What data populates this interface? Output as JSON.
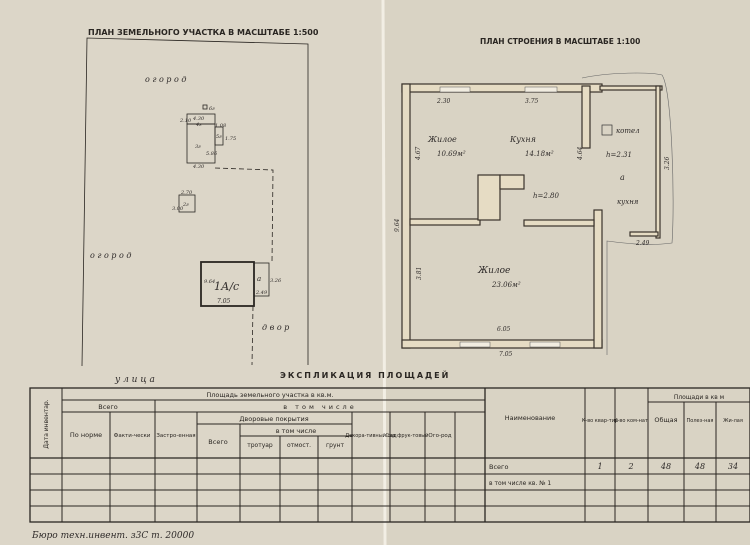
{
  "land_plan": {
    "title": "ПЛАН ЗЕМЕЛЬНОГО УЧАСТКА В МАСШТАБЕ 1:500",
    "garden_top": "о г о р о д",
    "garden_bottom": "о г о р о д",
    "yard": "д в о р",
    "street": "у л и ц а",
    "buildings": {
      "b6": "6г",
      "b4": "4г",
      "b5": "5г",
      "b3": "3г",
      "b2": "2г",
      "house": "1А/с",
      "annex": "а"
    },
    "dims": {
      "d430a": "4.30",
      "d210": "2.10",
      "d108": "1.08",
      "d175": "1.75",
      "d586": "5.86",
      "d430b": "4.30",
      "d270": "2.70",
      "d300": "3.00",
      "d964": "9.64",
      "d705": "7.05",
      "d326": "3.26",
      "d249": "2.49"
    }
  },
  "building_plan": {
    "title": "ПЛАН СТРОЕНИЯ В МАСШТАБЕ 1:100",
    "rooms": [
      {
        "name": "Жилое",
        "area": "10.69м²"
      },
      {
        "name": "Кухня",
        "area": "14.18м²"
      },
      {
        "name": "Жилое",
        "area": "23.06м²"
      },
      {
        "name": "котел"
      },
      {
        "name": "кухня"
      },
      {
        "name": "а"
      }
    ],
    "heights": {
      "main": "h=2.80",
      "annex": "h=2.31"
    },
    "dims": {
      "top_left": "2.30",
      "top_mid": "3.75",
      "left_room": "4.67",
      "kitchen": "4.64",
      "overall_h": "9.64",
      "lower_left": "3.81",
      "inner_w": "6.05",
      "overall_w": "7.05",
      "annex_h": "3.26",
      "annex_w": "2.49"
    }
  },
  "explication": {
    "title": "ЭКСПЛИКАЦИЯ ПЛОЩАДЕЙ",
    "land_table": {
      "date_header": "Дата инвентар.",
      "main_header": "Площадь земельного участка в кв.м.",
      "total": "Всего",
      "incl": "в том числе",
      "by_norm": "По норме",
      "actual": "Факти-чески",
      "built": "Застро-енная",
      "yard_cover": "Дворовые покрытия",
      "incl2": "в том числе",
      "yard_total": "Всего",
      "sidewalk": "тротуар",
      "blind_area": "отмост.",
      "soil": "грунт",
      "decor": "Декора-тивный сад",
      "orchard": "Сад фрук-товый",
      "vegetable": "Ого-род"
    },
    "building_table": {
      "name": "Наименование",
      "apartments": "К-во квар-тир",
      "rooms": "К-во ком-нат",
      "area_header": "Площади в кв м",
      "total_area": "Общая",
      "useful": "Полез-ная",
      "living": "Жи-лая",
      "rows": [
        {
          "name": "Всего",
          "apartments": "1",
          "rooms": "2",
          "total_area": "48",
          "useful": "48",
          "living": "34"
        },
        {
          "name": "в том числе кв. № 1",
          "apartments": "",
          "rooms": "",
          "total_area": "",
          "useful": "",
          "living": ""
        }
      ]
    }
  },
  "footer": "Бюро техн.инвент. з3С т. 20000"
}
